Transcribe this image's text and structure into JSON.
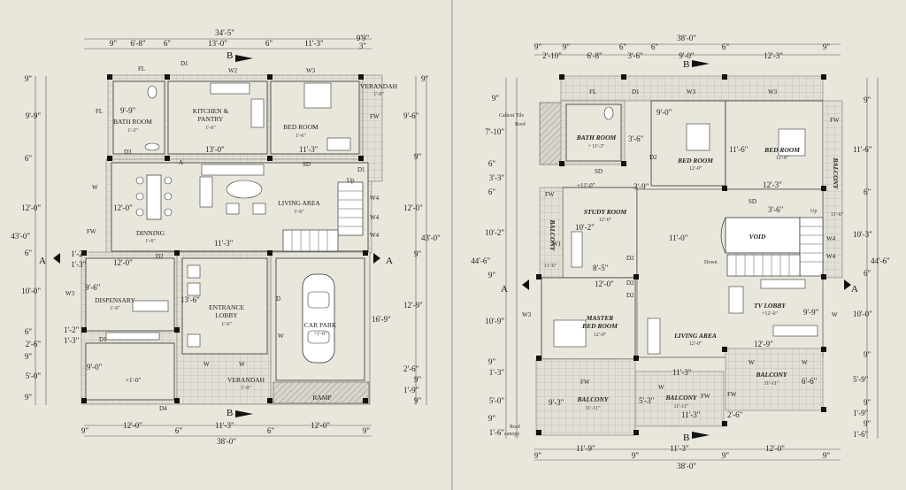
{
  "colors": {
    "paper": "#e9e6dc",
    "ink": "#222222",
    "tile": "#d9d6cc"
  },
  "ground_floor": {
    "top_total": "34'-5\"",
    "top_dims": [
      "9\"",
      "6'-8\"",
      "6\"",
      "13'-0\"",
      "6\"",
      "11'-3\"",
      "9'9\"",
      "3\""
    ],
    "left_dims": [
      "9\"",
      "9'-9\"",
      "6\"",
      "12'-0\"",
      "43'-0\"",
      "6\"",
      "10'-0\"",
      "6\"",
      "2'-6\"",
      "9\"",
      "5'-0\"",
      "9\""
    ],
    "right_dims": [
      "9\"",
      "9'-6\"",
      "9\"",
      "12'-0\"",
      "43'-0\"",
      "9\"",
      "12'-9\"",
      "16'-9\"",
      "2'-6\"",
      "9\"",
      "1'-9\"",
      "9\""
    ],
    "bottom_dims": [
      "9\"",
      "12'-0\"",
      "6\"",
      "11'-3\"",
      "6\"",
      "12'-0\"",
      "9\""
    ],
    "bottom_total": "38'-0\"",
    "inner_dims": [
      "9'-9\"",
      "12'-0\"",
      "13'-0\"",
      "11'-3\"",
      "11'-3\"",
      "12'-0\"",
      "9'-6\"",
      "1'-2\"",
      "1'-3\"",
      "13'-6\"",
      "1'-2\"",
      "9'-0\"",
      "1'-3\""
    ],
    "rooms": [
      {
        "name": "BATH ROOM",
        "sub": "1'-3\""
      },
      {
        "name": "KITCHEN &",
        "name2": "PANTRY",
        "sub": "1'-6\""
      },
      {
        "name": "BED ROOM",
        "sub": "1'-6\""
      },
      {
        "name": "VERANDAH",
        "sub": "1'-0\""
      },
      {
        "name": "DINNING",
        "sub": "1'-6\""
      },
      {
        "name": "LIVING AREA",
        "sub": "1'-6\""
      },
      {
        "name": "DISPENSARY",
        "sub": "1'-6\""
      },
      {
        "name": "ENTRANCE",
        "name2": "LOBBY",
        "sub": "1'-6\""
      },
      {
        "name": "CAR PARK",
        "sub": "+1'-0\""
      },
      {
        "name": "VERANDAH",
        "sub": "1'-0\""
      },
      {
        "name": "RAMP",
        "sub": ""
      }
    ],
    "tags": [
      "FL",
      "D1",
      "W2",
      "W3",
      "FL",
      "FW",
      "D3",
      "A",
      "SD",
      "D1",
      "W4",
      "W4",
      "W4",
      "W",
      "FW",
      "D2",
      "W3",
      "D1",
      "D",
      "W",
      "W",
      "W",
      "D4",
      "+1'-0\"",
      "Up"
    ],
    "section_a": "A",
    "section_b": "B"
  },
  "first_floor": {
    "top_total": "38'-0\"",
    "top_dims": [
      "9\"",
      "2'-10\"",
      "9\"",
      "6'-8\"",
      "6\"",
      "3'-6\"",
      "6\"",
      "9'-0\"",
      "6\"",
      "12'-3\"",
      "9\""
    ],
    "left_dims": [
      "9\"",
      "7'-10\"",
      "6\"",
      "3'-3\"",
      "6\"",
      "10'-2\"",
      "44'-6\"",
      "9\"",
      "10'-9\"",
      "9\"",
      "1'-3\"",
      "5'-0\"",
      "9\"",
      "1'-6\""
    ],
    "right_dims": [
      "9\"",
      "11'-6\"",
      "6\"",
      "10'-3\"",
      "44'-6\"",
      "6\"",
      "10'-0\"",
      "9\"",
      "5'-9\"",
      "9\"",
      "1'-9\"",
      "9\"",
      "1'-6\""
    ],
    "bottom_dims": [
      "9\"",
      "11'-9\"",
      "9\"",
      "11'-3\"",
      "9\"",
      "12'-0\"",
      "9\""
    ],
    "bottom_total": "38'-0\"",
    "inner_dims": [
      "9'-0\"",
      "3'-6\"",
      "11'-6\"",
      "12'-3\"",
      "3'-6\"",
      "3'-9\"",
      "11'-0\"",
      "8'-5\"",
      "12'-0\"",
      "10'-2\"",
      "9'-9\"",
      "12'-9\"",
      "11'-3\"",
      "2'-6\"",
      "9'-3\"",
      "5'-3\"",
      "6'-6\"",
      "11'-3\""
    ],
    "rooms": [
      {
        "name": "BATH ROOM",
        "sub": "+ 11'-3\""
      },
      {
        "name": "BED ROOM",
        "sub": "12'-0\""
      },
      {
        "name": "BED ROOM",
        "sub": "12'-0\""
      },
      {
        "name": "STUDY ROOM",
        "sub": "12'-0\""
      },
      {
        "name": "VOID",
        "sub": ""
      },
      {
        "name": "MASTER",
        "name2": "BED ROOM",
        "sub": "12'-0\""
      },
      {
        "name": "TV LOBBY",
        "sub": "+12'-0\""
      },
      {
        "name": "LIVING  AREA",
        "sub": "12'-0\""
      },
      {
        "name": "BALCONY",
        "sub": "11'-11\""
      },
      {
        "name": "BALCONY",
        "sub": "11'-11\""
      },
      {
        "name": "BALCONY",
        "sub": "11'-11\""
      },
      {
        "name": "BALCONY",
        "sub": "11'-6\""
      },
      {
        "name": "BALCONY",
        "sub": "11'-6\""
      }
    ],
    "notes": [
      "Calicut Tile",
      "Roof",
      "Roof",
      "canopy",
      "Down",
      "Up"
    ],
    "tags": [
      "FL",
      "D1",
      "W3",
      "W3",
      "FW",
      "D2",
      "SD",
      "SD",
      "FW",
      "W1",
      "D2",
      "D2",
      "D2",
      "W4",
      "W4",
      "W3",
      "W",
      "W",
      "W",
      "FW",
      "FW",
      "FW",
      "W",
      "+11'-0\""
    ],
    "section_a": "A",
    "section_b": "B"
  }
}
